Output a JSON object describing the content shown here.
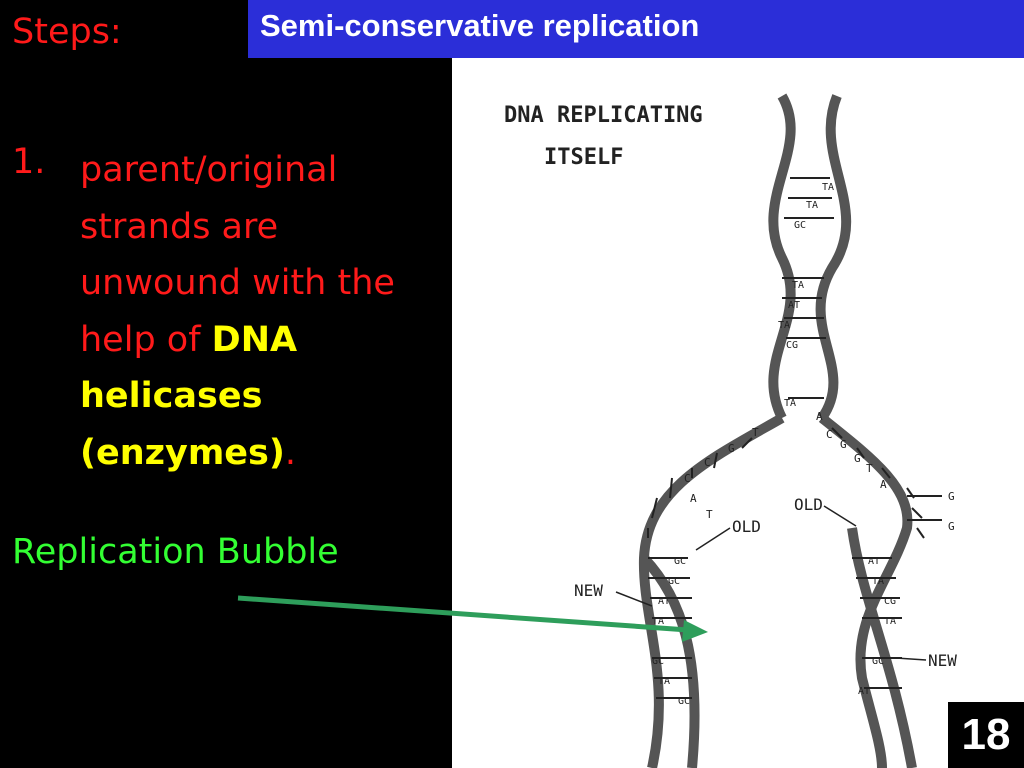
{
  "slide": {
    "title": "Semi-conservative replication",
    "steps_label": "Steps:",
    "step1": {
      "number": "1.",
      "text_before": "parent/original strands are unwound with the help of ",
      "highlight": "DNA helicases (enzymes)",
      "text_after": "."
    },
    "callout": "Replication Bubble",
    "page_number": "18",
    "colors": {
      "title_bg": "#2b2ed8",
      "step_text": "#ff1a1a",
      "highlight": "#ffff00",
      "callout": "#33ff33",
      "arrow": "#2e9e5b"
    }
  },
  "figure": {
    "title_line1": "DNA REPLICATING",
    "title_line2": "ITSELF",
    "labels": {
      "old_left": "OLD",
      "old_right": "OLD",
      "new_left": "NEW",
      "new_right": "NEW"
    },
    "top_pairs": [
      "TA",
      "TA",
      "GC",
      "TA",
      "AT",
      "TA",
      "CG",
      "TA"
    ],
    "left_fork_bases": [
      "T",
      "G",
      "C",
      "C",
      "A",
      "T"
    ],
    "right_fork_bases": [
      "A",
      "C",
      "G",
      "G",
      "T",
      "A"
    ],
    "right_open_bases": [
      "G",
      "G"
    ],
    "left_daughter_pairs": [
      "GC",
      "GC",
      "AT",
      "TA",
      "GC",
      "TA",
      "GC"
    ],
    "right_daughter_pairs": [
      "AT",
      "TA",
      "CG",
      "TA",
      "GC",
      "AT"
    ]
  }
}
